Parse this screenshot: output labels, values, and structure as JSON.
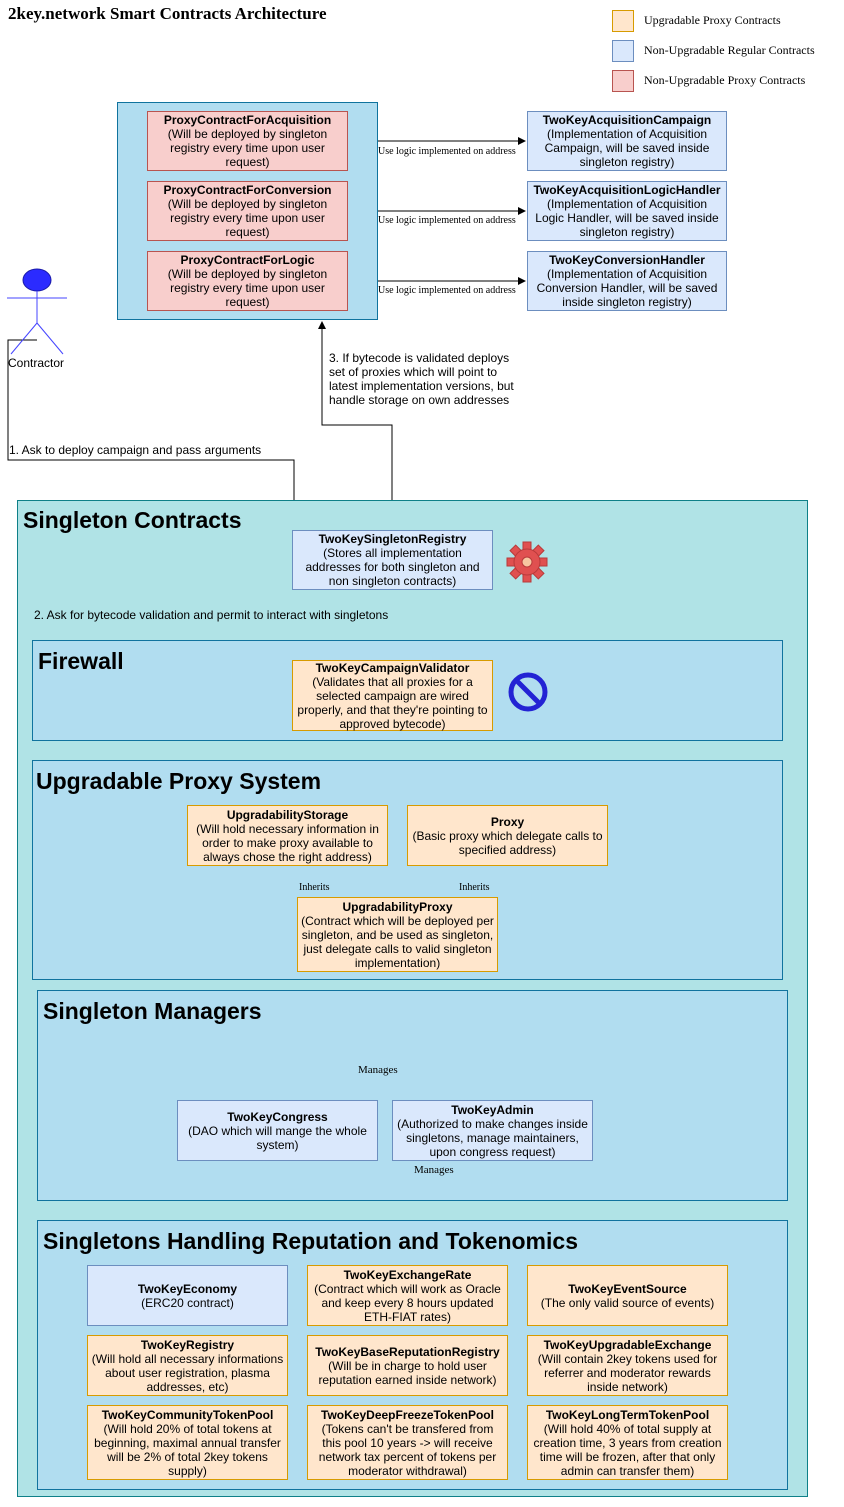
{
  "title": "2key.network Smart Contracts Architecture",
  "legend": [
    {
      "label": "Upgradable Proxy Contracts",
      "color": "#ffe6cc"
    },
    {
      "label": "Non-Upgradable Regular Contracts",
      "color": "#dae8fc"
    },
    {
      "label": "Non-Upgradable Proxy Contracts",
      "color": "#f8cecc"
    }
  ],
  "actor": {
    "label": "Contractor"
  },
  "proxies": [
    {
      "name": "ProxyContractForAcquisition",
      "desc": "(Will be deployed by singleton registry every time upon user request)"
    },
    {
      "name": "ProxyContractForConversion",
      "desc": "(Will be deployed by singleton registry every time upon user request)"
    },
    {
      "name": "ProxyContractForLogic",
      "desc": "(Will be deployed by singleton registry every time upon user request)"
    }
  ],
  "implementations": [
    {
      "name": "TwoKeyAcquisitionCampaign",
      "desc": "(Implementation of Acquisition Campaign, will be saved inside singleton registry)"
    },
    {
      "name": "TwoKeyAcquisitionLogicHandler",
      "desc": "(Implementation of Acquisition Logic Handler, will be saved inside singleton registry)"
    },
    {
      "name": "TwoKeyConversionHandler",
      "desc": "(Implementation of Acquisition Conversion Handler, will be saved inside singleton registry)"
    }
  ],
  "edges": {
    "use_logic": "Use logic implemented on address",
    "step1": "1. Ask to deploy campaign and pass arguments",
    "step2": "2. Ask for bytecode validation and permit to interact with singletons",
    "step3": "3. If bytecode is validated deploys set of proxies which will point to latest implementation versions, but handle storage on own addresses",
    "inherits": "Inherits",
    "manages": "Manages"
  },
  "singleton_contracts": {
    "title": "Singleton Contracts",
    "registry": {
      "name": "TwoKeySingletonRegistry",
      "desc": "(Stores all implementation addresses for both singleton and non singleton contracts)"
    }
  },
  "firewall": {
    "title": "Firewall",
    "validator": {
      "name": "TwoKeyCampaignValidator",
      "desc": "(Validates that all proxies for a selected campaign are wired properly, and that they're pointing to approved bytecode)"
    }
  },
  "upgradable": {
    "title": "Upgradable Proxy System",
    "storage": {
      "name": "UpgradabilityStorage",
      "desc": "(Will hold necessary information in order to make proxy available to always chose the right address)"
    },
    "proxy": {
      "name": "Proxy",
      "desc": "(Basic proxy which delegate calls to specified address)"
    },
    "upproxy": {
      "name": "UpgradabilityProxy",
      "desc": "(Contract which will be deployed per singleton, and be used as singleton, just delegate calls to valid singleton implementation)"
    }
  },
  "managers": {
    "title": "Singleton Managers",
    "congress": {
      "name": "TwoKeyCongress",
      "desc": "(DAO which will mange the whole system)"
    },
    "admin": {
      "name": "TwoKeyAdmin",
      "desc": "(Authorized to make changes inside singletons, manage maintainers, upon congress request)"
    }
  },
  "reputation": {
    "title": "Singletons Handling Reputation and Tokenomics",
    "items": [
      {
        "name": "TwoKeyEconomy",
        "desc": "(ERC20 contract)"
      },
      {
        "name": "TwoKeyExchangeRate",
        "desc": "(Contract which will work as Oracle and keep every 8 hours updated ETH-FIAT rates)"
      },
      {
        "name": "TwoKeyEventSource",
        "desc": "(The only valid source of events)"
      },
      {
        "name": "TwoKeyRegistry",
        "desc": "(Will hold all necessary informations about user registration, plasma addresses, etc)"
      },
      {
        "name": "TwoKeyBaseReputationRegistry",
        "desc": "(Will be in charge to hold user reputation earned inside network)"
      },
      {
        "name": "TwoKeyUpgradableExchange",
        "desc": "(Will contain 2key tokens used for referrer and moderator rewards inside network)"
      },
      {
        "name": "TwoKeyCommunityTokenPool",
        "desc": "(Will hold 20% of total tokens at beginning, maximal annual transfer will be 2% of total 2key tokens supply)"
      },
      {
        "name": "TwoKeyDeepFreezeTokenPool",
        "desc": "(Tokens can't be transfered from this pool 10 years -> will receive network tax percent of tokens per moderator withdrawal)"
      },
      {
        "name": "TwoKeyLongTermTokenPool",
        "desc": "(Will hold 40% of total supply at creation time, 3 years from creation time will be frozen, after that only admin can transfer them)"
      }
    ]
  }
}
